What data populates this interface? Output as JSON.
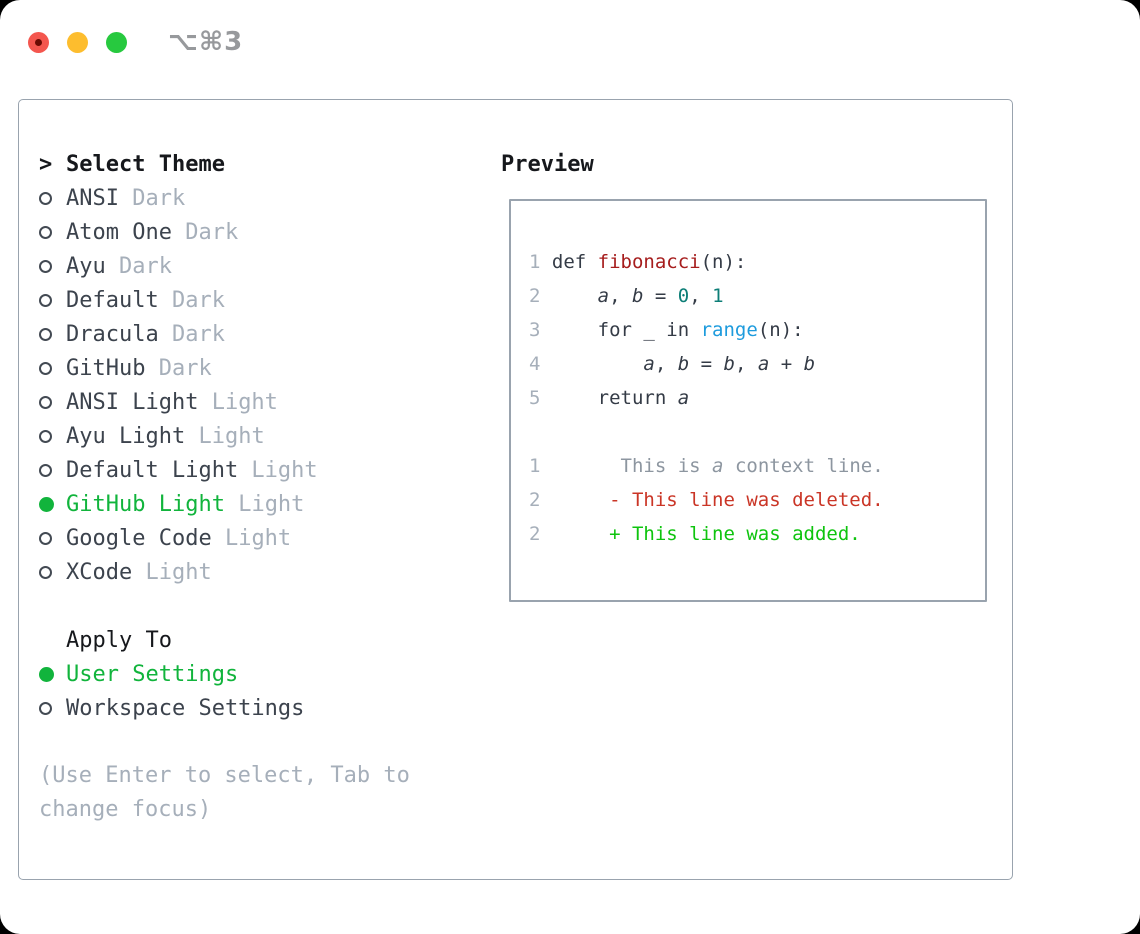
{
  "window": {
    "shortcut_label": "⌥⌘3",
    "traffic_lights": [
      "close",
      "minimize",
      "zoom"
    ]
  },
  "colors": {
    "background": "#ffffff",
    "panel_border": "#99a3ae",
    "heading_text": "#16181c",
    "item_text": "#3c434d",
    "muted_text": "#a6afba",
    "accent_green": "#11b43c",
    "code_default": "#343b46",
    "code_function_red": "#a61d1d",
    "code_number_teal": "#0d7e77",
    "code_builtin_blue": "#1d9bdd",
    "diff_context_gray": "#8d96a0",
    "diff_deleted_red": "#ca3526",
    "diff_added_green": "#0ec40e",
    "traffic_red": "#f4564e",
    "traffic_yellow": "#fdbd2e",
    "traffic_green": "#27c93f"
  },
  "left": {
    "prompt": ">",
    "title": "Select Theme",
    "themes": [
      {
        "name": "ANSI",
        "variant": "Dark",
        "selected": false
      },
      {
        "name": "Atom One",
        "variant": "Dark",
        "selected": false
      },
      {
        "name": "Ayu",
        "variant": "Dark",
        "selected": false
      },
      {
        "name": "Default",
        "variant": "Dark",
        "selected": false
      },
      {
        "name": "Dracula",
        "variant": "Dark",
        "selected": false
      },
      {
        "name": "GitHub",
        "variant": "Dark",
        "selected": false
      },
      {
        "name": "ANSI Light",
        "variant": "Light",
        "selected": false
      },
      {
        "name": "Ayu Light",
        "variant": "Light",
        "selected": false
      },
      {
        "name": "Default Light",
        "variant": "Light",
        "selected": false
      },
      {
        "name": "GitHub Light",
        "variant": "Light",
        "selected": true
      },
      {
        "name": "Google Code",
        "variant": "Light",
        "selected": false
      },
      {
        "name": "XCode",
        "variant": "Light",
        "selected": false
      }
    ],
    "apply_to": {
      "title": "Apply To",
      "options": [
        {
          "name": "User Settings",
          "selected": true
        },
        {
          "name": "Workspace Settings",
          "selected": false
        }
      ]
    },
    "help_lines": [
      "(Use Enter to select, Tab to",
      "change focus)"
    ]
  },
  "preview": {
    "title": "Preview",
    "lines": [
      {
        "num": "1",
        "tokens": [
          {
            "t": "def ",
            "c": "code"
          },
          {
            "t": "fibonacci",
            "c": "func"
          },
          {
            "t": "(n):",
            "c": "code"
          }
        ]
      },
      {
        "num": "2",
        "tokens": [
          {
            "t": "    ",
            "c": "code"
          },
          {
            "t": "a",
            "c": "code",
            "i": true
          },
          {
            "t": ", ",
            "c": "code"
          },
          {
            "t": "b",
            "c": "code",
            "i": true
          },
          {
            "t": " = ",
            "c": "code"
          },
          {
            "t": "0",
            "c": "num"
          },
          {
            "t": ", ",
            "c": "code"
          },
          {
            "t": "1",
            "c": "num"
          }
        ]
      },
      {
        "num": "3",
        "tokens": [
          {
            "t": "    for _ in ",
            "c": "code"
          },
          {
            "t": "range",
            "c": "builtin"
          },
          {
            "t": "(n):",
            "c": "code"
          }
        ]
      },
      {
        "num": "4",
        "tokens": [
          {
            "t": "        ",
            "c": "code"
          },
          {
            "t": "a",
            "c": "code",
            "i": true
          },
          {
            "t": ", ",
            "c": "code"
          },
          {
            "t": "b",
            "c": "code",
            "i": true
          },
          {
            "t": " = ",
            "c": "code"
          },
          {
            "t": "b",
            "c": "code",
            "i": true
          },
          {
            "t": ", ",
            "c": "code"
          },
          {
            "t": "a",
            "c": "code",
            "i": true
          },
          {
            "t": " + ",
            "c": "code"
          },
          {
            "t": "b",
            "c": "code",
            "i": true
          }
        ]
      },
      {
        "num": "5",
        "tokens": [
          {
            "t": "    return ",
            "c": "code"
          },
          {
            "t": "a",
            "c": "code",
            "i": true
          }
        ]
      },
      {
        "num": "",
        "tokens": []
      },
      {
        "num": "1",
        "tokens": [
          {
            "t": "      This is ",
            "c": "ctx"
          },
          {
            "t": "a",
            "c": "ctx",
            "i": true
          },
          {
            "t": " context line.",
            "c": "ctx"
          }
        ]
      },
      {
        "num": "2",
        "tokens": [
          {
            "t": "     - This line was deleted.",
            "c": "del"
          }
        ]
      },
      {
        "num": "2",
        "tokens": [
          {
            "t": "     + This line was added.",
            "c": "add"
          }
        ]
      }
    ]
  }
}
